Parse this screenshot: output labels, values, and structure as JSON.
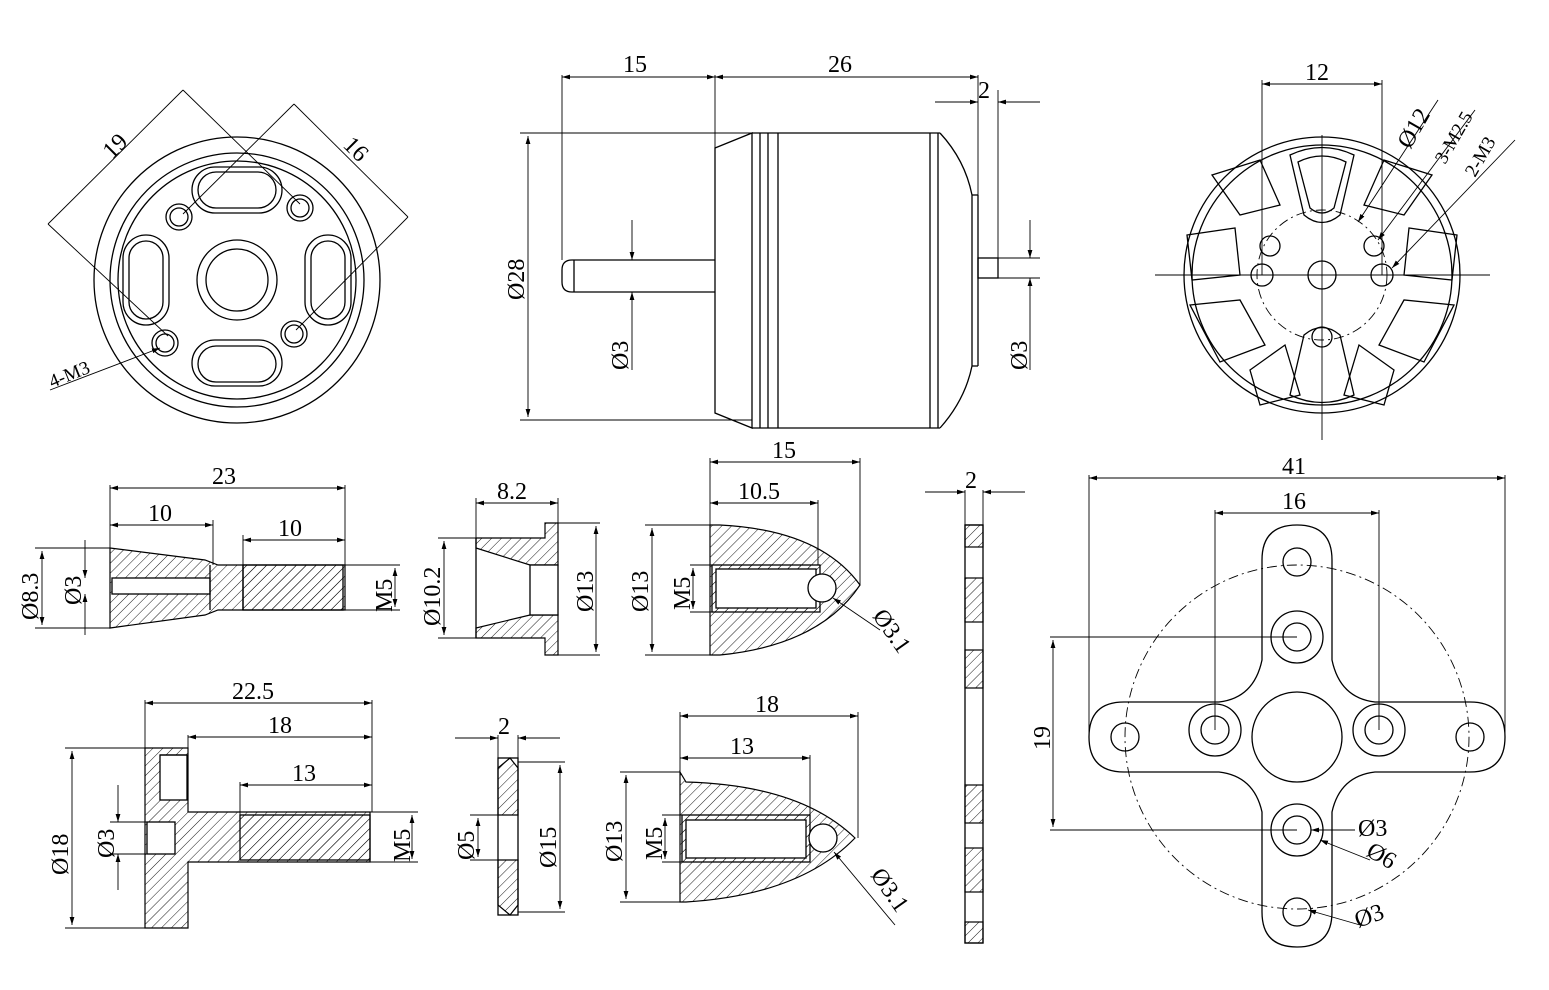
{
  "motor_front_view": {
    "dim_width": "19",
    "dim_hole_spacing": "16",
    "thread_note": "4-M3"
  },
  "motor_side_view": {
    "dim_shaft_length": "15",
    "dim_body_length": "26",
    "dim_rear_shaft": "2",
    "dim_diameter": "Ø28",
    "dim_shaft_front": "Ø3",
    "dim_shaft_rear": "Ø3"
  },
  "motor_rear_view": {
    "dim_hole_spacing": "12",
    "dim_circle": "Ø12",
    "thread_note_1": "3-M2.5",
    "thread_note_2": "2-M3"
  },
  "collet_adapter": {
    "dim_total": "23",
    "dim_collet": "10",
    "dim_thread": "10",
    "dim_outer": "Ø8.3",
    "dim_bore": "Ø3",
    "dim_thread_size": "M5"
  },
  "washer_cone": {
    "dim_length": "8.2",
    "dim_inner": "Ø10.2",
    "dim_outer": "Ø13"
  },
  "spinner_nut_small": {
    "dim_total": "15",
    "dim_thread_depth": "10.5",
    "dim_outer": "Ø13",
    "dim_thread": "M5",
    "dim_hole": "Ø3.1"
  },
  "plate_section": {
    "dim_thickness": "2"
  },
  "mount_plate": {
    "dim_span": "41",
    "dim_hole_spacing": "16",
    "dim_vertical": "19",
    "dim_hole_1": "Ø3",
    "dim_boss": "Ø6",
    "dim_hole_2": "Ø3"
  },
  "prop_adapter": {
    "dim_total": "22.5",
    "dim_shank": "18",
    "dim_thread": "13",
    "dim_flange": "Ø18",
    "dim_bore": "Ø3",
    "dim_thread_size": "M5"
  },
  "flat_washer": {
    "dim_thickness": "2",
    "dim_inner": "Ø5",
    "dim_outer": "Ø15"
  },
  "spinner_nut_large": {
    "dim_total": "18",
    "dim_thread_depth": "13",
    "dim_outer": "Ø13",
    "dim_thread": "M5",
    "dim_hole": "Ø3.1"
  }
}
